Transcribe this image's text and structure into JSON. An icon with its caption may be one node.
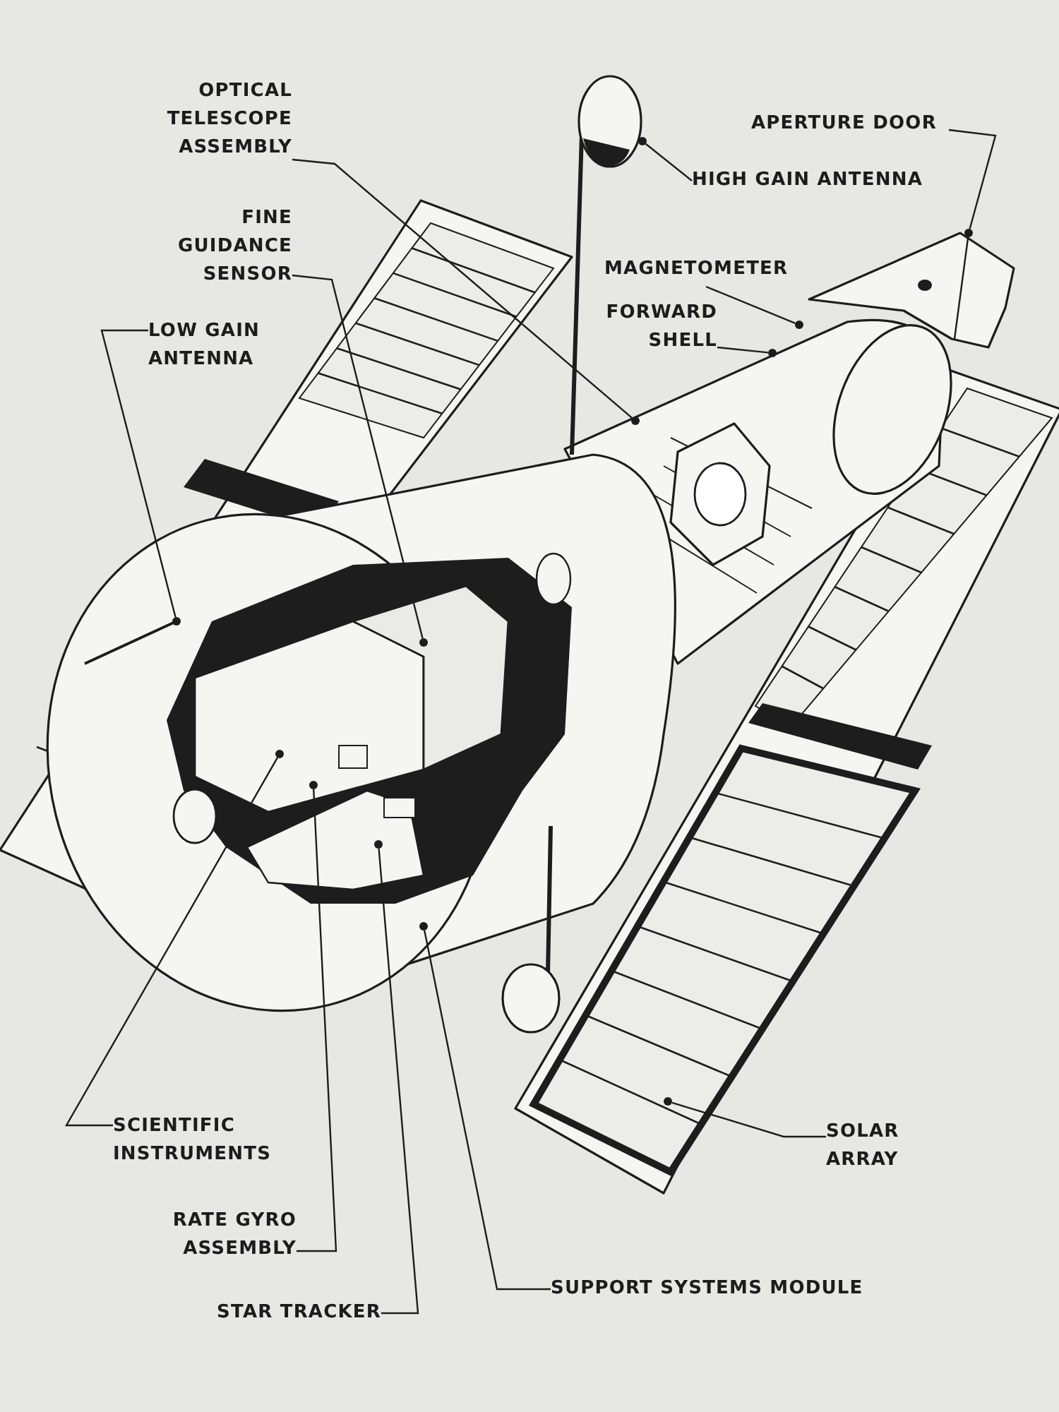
{
  "diagram": {
    "nodes": [
      {
        "text": [
          "OPTICAL TELESCOPE ASSEMBLY"
        ]
      },
      {
        "text": [
          "HIGH GAIN ANTENNA"
        ]
      },
      {
        "text": [
          "APERTURE DOOR"
        ]
      },
      {
        "text": [
          "FINE GUIDANCE SENSOR"
        ]
      },
      {
        "text": [
          "MAGNETOMETER"
        ]
      },
      {
        "text": [
          "FORWARD SHELL"
        ]
      },
      {
        "text": [
          "LOW GAIN ANTENNA"
        ]
      },
      {
        "text": [
          "SCIENTIFIC INSTRUMENTS"
        ]
      },
      {
        "text": [
          "RATE GYRO ASSEMBLY"
        ]
      },
      {
        "text": [
          "STAR TRACKER"
        ]
      },
      {
        "text": [
          "SUPPORT SYSTEMS MODULE"
        ]
      },
      {
        "text": [
          "SOLAR ARRAY"
        ]
      },
      {
        "text": [],
        "shape": "circle"
      },
      {
        "text": [],
        "shape": "circle"
      },
      {
        "text": [],
        "shape": "circle"
      },
      {
        "text": [],
        "shape": "circle"
      },
      {
        "text": [],
        "shape": "circle"
      },
      {
        "text": [],
        "shape": "circle"
      },
      {
        "text": [],
        "shape": "circle"
      },
      {
        "text": [],
        "shape": "circle"
      },
      {
        "text": [],
        "shape": "circle"
      },
      {
        "text": [],
        "shape": "circle"
      },
      {
        "text": [],
        "shape": "circle"
      },
      {
        "text": [],
        "shape": "circle"
      }
    ],
    "edges": [
      {
        "from": 0,
        "to": 12,
        "arrow": "none"
      },
      {
        "from": 1,
        "to": 13,
        "arrow": "none"
      },
      {
        "from": 2,
        "to": 14,
        "arrow": "none"
      },
      {
        "from": 3,
        "to": 15,
        "arrow": "none"
      },
      {
        "from": 4,
        "to": 16,
        "arrow": "none"
      },
      {
        "from": 5,
        "to": 17,
        "arrow": "none"
      },
      {
        "from": 6,
        "to": 18,
        "arrow": "none"
      },
      {
        "from": 7,
        "to": 19,
        "arrow": "none"
      },
      {
        "from": 8,
        "to": 20,
        "arrow": "none"
      },
      {
        "from": 9,
        "to": 21,
        "arrow": "none"
      },
      {
        "from": 10,
        "to": 22,
        "arrow": "none"
      },
      {
        "from": 11,
        "to": 23,
        "arrow": "none"
      }
    ]
  }
}
